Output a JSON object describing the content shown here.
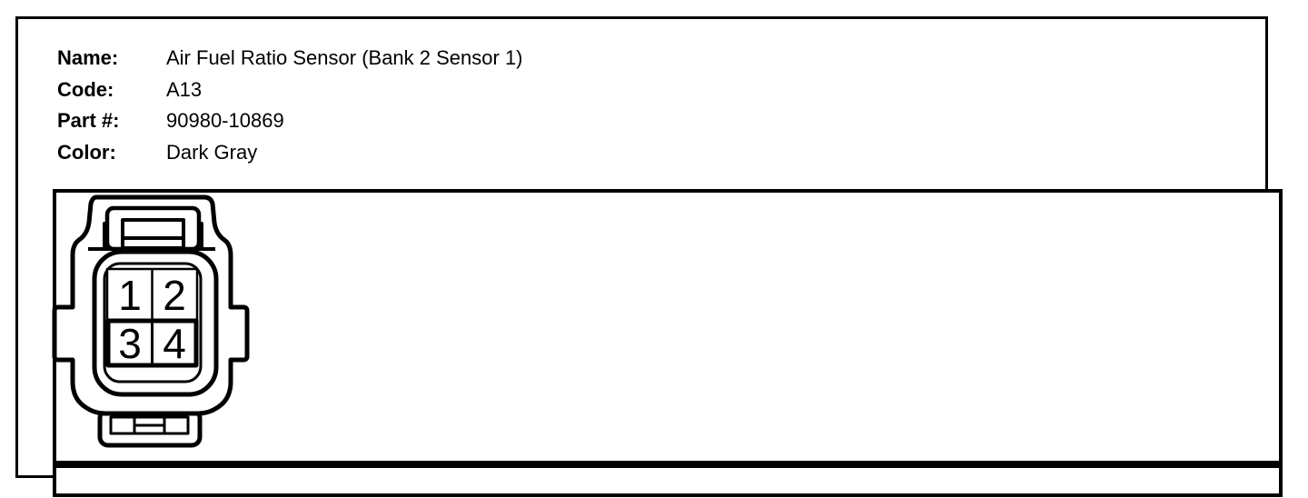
{
  "header": {
    "fields": [
      {
        "label": "Name:",
        "value": "Air Fuel Ratio Sensor (Bank 2 Sensor 1)"
      },
      {
        "label": "Code:",
        "value": "A13"
      },
      {
        "label": "Part #:",
        "value": "90980-10869"
      },
      {
        "label": "Color:",
        "value": "Dark Gray"
      }
    ]
  },
  "connector": {
    "pins": [
      "1",
      "2",
      "3",
      "4"
    ]
  },
  "colors": {
    "line": "#000000",
    "background": "#ffffff"
  }
}
